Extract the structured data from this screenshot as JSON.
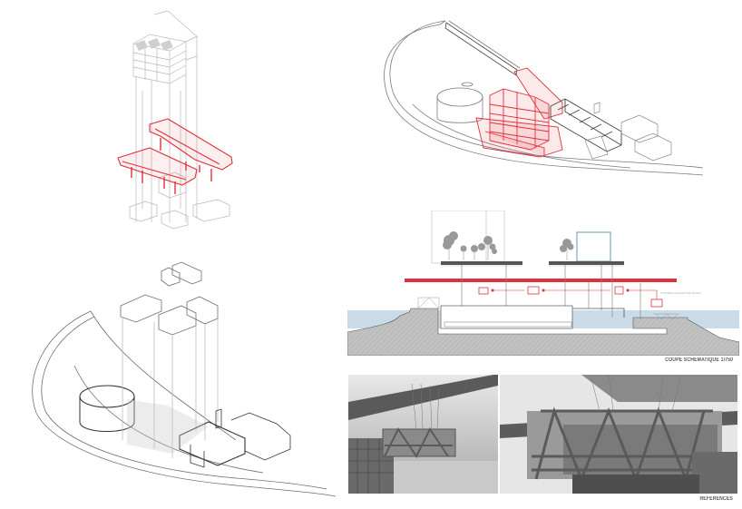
{
  "sheet": {
    "background": "#ffffff",
    "accent_color": "#e0303a",
    "line_color": "#6e6e6e",
    "water_color": "#c9dbe6",
    "ground_color": "#bcbcbc"
  },
  "panels": {
    "exploded_structure": {
      "label": "exploded-axonometric-roof-structure",
      "highlight": "red roof canopy and columns"
    },
    "site_axonometric_highlight": {
      "label": "site-axonometric-with-highlighted-volumes",
      "highlight": "red stacked volumes"
    },
    "site_axonometric_exploded": {
      "label": "exploded-site-axonometric"
    },
    "section": {
      "caption": "COUPE SCHEMATIQUE 1/750",
      "annotation": "SYSTEME LEVAGE PAR LE BAS"
    },
    "references": {
      "caption": "REFERENCES",
      "photos": [
        {
          "label": "crane-lifting-timber-frame-wide"
        },
        {
          "label": "crane-lifting-timber-frame-close"
        }
      ]
    }
  }
}
